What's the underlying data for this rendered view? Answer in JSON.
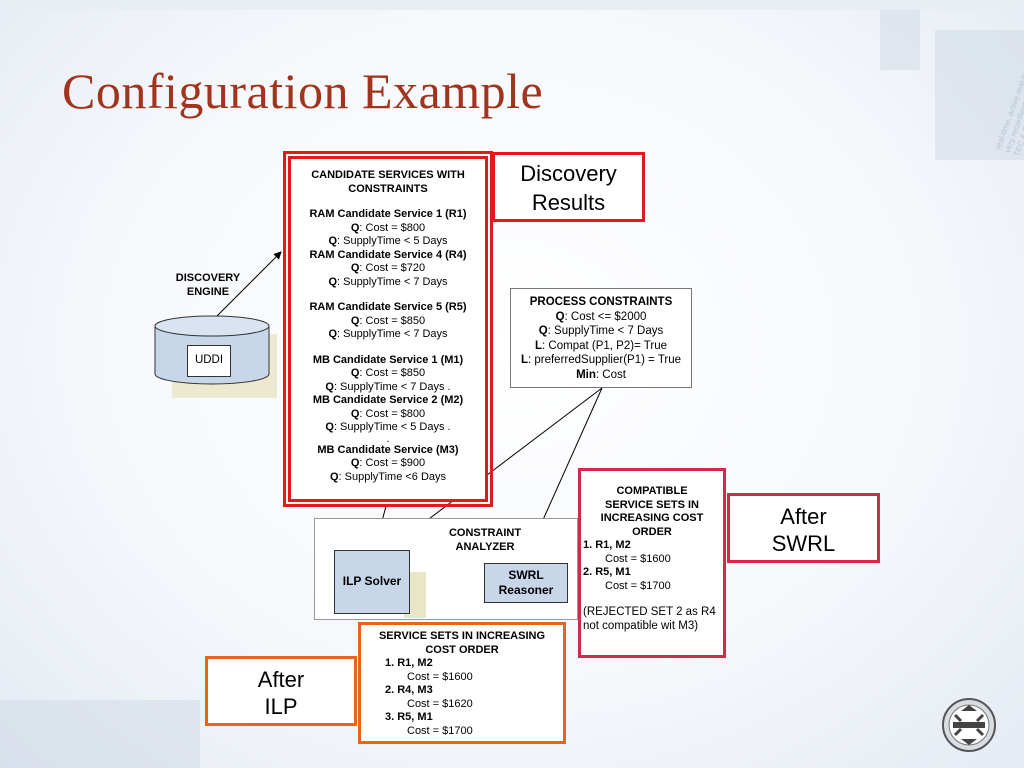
{
  "slide": {
    "title": "Configuration Example"
  },
  "candidates": {
    "heading": "CANDIDATE SERVICES WITH CONSTRAINTS",
    "services": [
      {
        "name": "RAM Candidate Service 1 (R1)",
        "lines": [
          {
            "k": "Q",
            "v": ": Cost = $800"
          },
          {
            "k": "Q",
            "v": ": SupplyTime < 5 Days"
          }
        ]
      },
      {
        "name": "RAM Candidate Service 4 (R4)",
        "lines": [
          {
            "k": "Q",
            "v": ": Cost = $720"
          },
          {
            "k": "Q",
            "v": ": SupplyTime < 7 Days"
          }
        ]
      },
      {
        "name": "RAM Candidate Service 5 (R5)",
        "lines": [
          {
            "k": "Q",
            "v": ": Cost = $850"
          },
          {
            "k": "Q",
            "v": ": SupplyTime < 7 Days"
          }
        ]
      },
      {
        "name": "MB Candidate Service  1 (M1)",
        "lines": [
          {
            "k": "Q",
            "v": ": Cost = $850"
          },
          {
            "k": "Q",
            "v": ": SupplyTime < 7 Days ."
          }
        ]
      },
      {
        "name": "MB Candidate Service  2 (M2)",
        "lines": [
          {
            "k": "Q",
            "v": ": Cost = $800"
          },
          {
            "k": "Q",
            "v": ": SupplyTime < 5 Days ."
          }
        ]
      },
      {
        "name": "MB Candidate Service  (M3)",
        "lines": [
          {
            "k": "Q",
            "v": ": Cost = $900"
          },
          {
            "k": "Q",
            "v": ": SupplyTime <6 Days"
          }
        ]
      }
    ],
    "dot": "."
  },
  "discovery_results": {
    "label_line1": "Discovery",
    "label_line2": "Results"
  },
  "discovery_engine": {
    "label_line1": "DISCOVERY",
    "label_line2": "ENGINE",
    "db_label": "UDDI"
  },
  "process_constraints": {
    "heading": "PROCESS CONSTRAINTS",
    "lines": [
      {
        "k": "Q",
        "v": ": Cost <= $2000"
      },
      {
        "k": "Q",
        "v": ": SupplyTime < 7 Days"
      },
      {
        "k": "L",
        "v": ": Compat (P1, P2)= True"
      },
      {
        "k": "L",
        "v": ": preferredSupplier(P1) = True"
      },
      {
        "k": "Min",
        "v": ": Cost"
      }
    ]
  },
  "analyzer": {
    "label_line1": "CONSTRAINT",
    "label_line2": "ANALYZER",
    "ilp": "ILP Solver",
    "swrl_line1": "SWRL",
    "swrl_line2": "Reasoner"
  },
  "compatible": {
    "heading": "COMPATIBLE SERVICE SETS IN INCREASING COST ORDER",
    "items": [
      {
        "set": "1.  R1, M2",
        "cost": "Cost = $1600"
      },
      {
        "set": "2.  R5, M1",
        "cost": "Cost = $1700"
      }
    ],
    "note": "(REJECTED SET 2 as R4 not compatible wit M3)"
  },
  "after_swrl": {
    "line1": "After",
    "line2": "SWRL"
  },
  "sets": {
    "heading": "SERVICE SETS IN INCREASING COST ORDER",
    "items": [
      {
        "set": "1.  R1, M2",
        "cost": "Cost = $1600"
      },
      {
        "set": "2.  R4, M3",
        "cost": "Cost = $1620"
      },
      {
        "set": "3.  R5, M1",
        "cost": "Cost = $1700"
      }
    ]
  },
  "after_ilp": {
    "line1": "After",
    "line2": "ILP"
  },
  "colors": {
    "title": "#a0341c",
    "red": "#e11b1b",
    "crimson": "#d42a4a",
    "orange": "#e8641c",
    "node": "#c8d6ea"
  }
}
